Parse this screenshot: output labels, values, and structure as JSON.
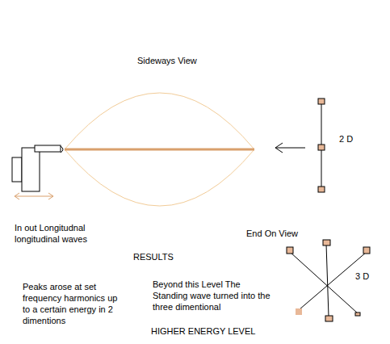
{
  "diagram": {
    "labels": [
      "Sideways View",
      "2 D",
      "In out Longitudnal longitudinal waves",
      "End On View",
      "RESULTS",
      "3 D",
      "Peaks arose at set frequency harmonics up to a certain energy in 2 dimentions",
      "Beyond this Level The Standing wave turned into the three dimentional",
      "HIGHER ENERGY LEVEL"
    ]
  }
}
